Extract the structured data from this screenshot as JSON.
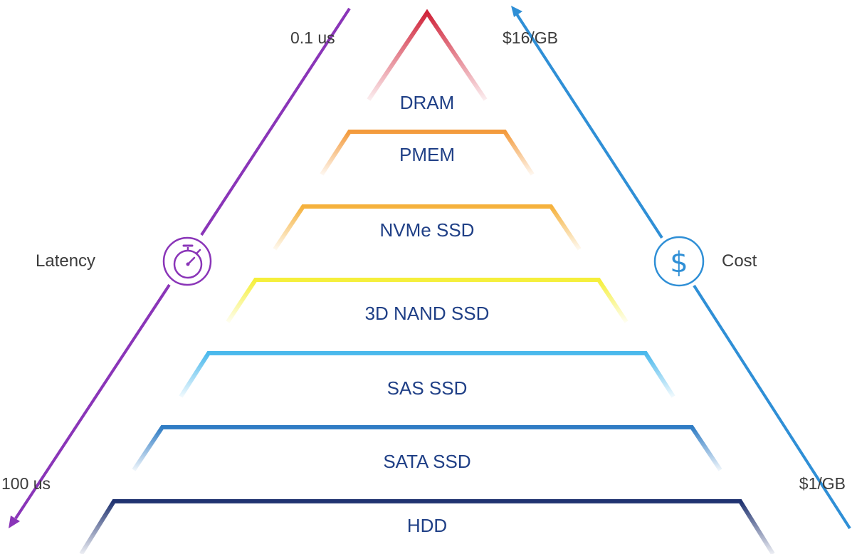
{
  "tiers": [
    {
      "label": "DRAM",
      "color": "#d0243a"
    },
    {
      "label": "PMEM",
      "color": "#f39a3c"
    },
    {
      "label": "NVMe SSD",
      "color": "#f5b13c"
    },
    {
      "label": "3D NAND SSD",
      "color": "#f5ef3a"
    },
    {
      "label": "SAS SSD",
      "color": "#4ab8ec"
    },
    {
      "label": "SATA SSD",
      "color": "#2f7cc4"
    },
    {
      "label": "HDD",
      "color": "#1f3270"
    }
  ],
  "latency_axis": {
    "title": "Latency",
    "top_value": "0.1 us",
    "bottom_value": "100 us",
    "color": "#8a35b8",
    "icon": "stopwatch-icon"
  },
  "cost_axis": {
    "title": "Cost",
    "top_value": "$16/GB",
    "bottom_value": "$1/GB",
    "color": "#2f8fd6",
    "icon": "dollar-icon"
  },
  "icon_glyphs": {
    "dollar": "$"
  }
}
